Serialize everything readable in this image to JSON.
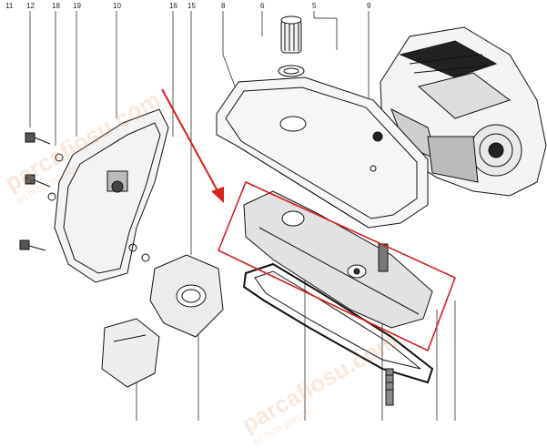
{
  "callouts": [
    "11",
    "12",
    "18",
    "19",
    "10",
    "16",
    "15",
    "8",
    "6",
    "5",
    "9"
  ],
  "watermark": {
    "brand": "parcafiosu.com",
    "tagline": "en hızlı parçacı"
  },
  "colors": {
    "highlight": "#d81e1e",
    "line_art": "#111111",
    "background": "#ffffff",
    "watermark": "#e6965a"
  }
}
